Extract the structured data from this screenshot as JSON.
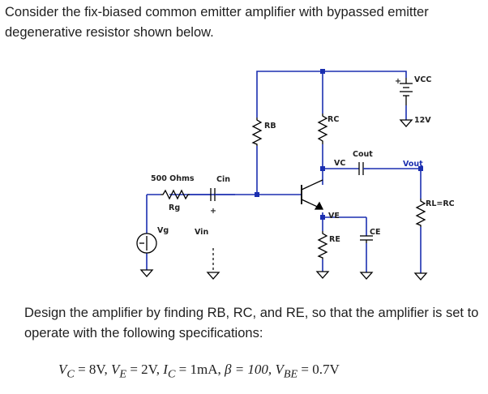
{
  "text": {
    "intro": "Consider the fix-biased common emitter amplifier with bypassed emitter degenerative resistor shown below.",
    "design": "Design the amplifier by finding RB, RC, and RE, so that the amplifier is set to operate with the following specifications:"
  },
  "formula": {
    "vc": "V",
    "vc_sub": "C",
    "vc_val": " = 8V, ",
    "ve": "V",
    "ve_sub": "E",
    "ve_val": " = 2V, ",
    "ic": "I",
    "ic_sub": "C",
    "ic_val": " = 1mA, ",
    "beta": "β = 100, ",
    "vbe": "V",
    "vbe_sub": "BE",
    "vbe_val": " = 0.7V"
  },
  "circuit": {
    "labels": {
      "vcc": "VCC",
      "vcc_value": "12V",
      "rc": "RC",
      "rb": "RB",
      "vc": "VC",
      "cout": "Cout",
      "vout": "Vout",
      "rg_value": "500 Ohms",
      "cin": "Cin",
      "rg": "Rg",
      "plus": "+",
      "ve": "VE",
      "re": "RE",
      "ce": "CE",
      "vg": "Vg",
      "vin": "Vin",
      "rl": "RL=RC"
    },
    "colors": {
      "wire": "#1b2fb0",
      "node": "#1b2fb0",
      "component": "#000000",
      "text": "#222222"
    }
  }
}
